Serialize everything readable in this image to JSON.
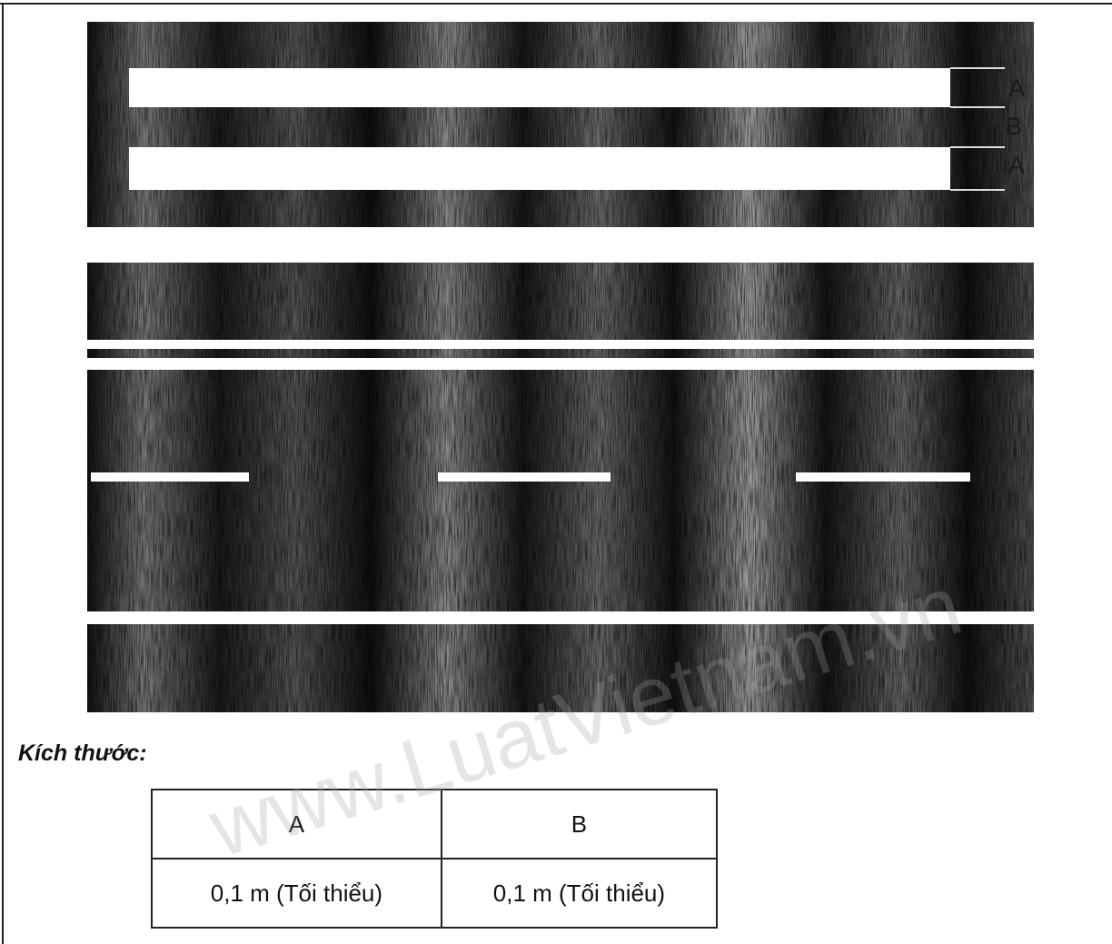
{
  "figure": {
    "labels": {
      "a_top": "A",
      "b": "B",
      "a_bottom": "A"
    }
  },
  "heading": "Kích thước:",
  "table": {
    "headers": [
      "A",
      "B"
    ],
    "rows": [
      [
        "0,1 m (Tối thiểu)",
        "0,1 m (Tối thiểu)"
      ]
    ]
  },
  "watermark": "www.LuatVietnam.vn"
}
